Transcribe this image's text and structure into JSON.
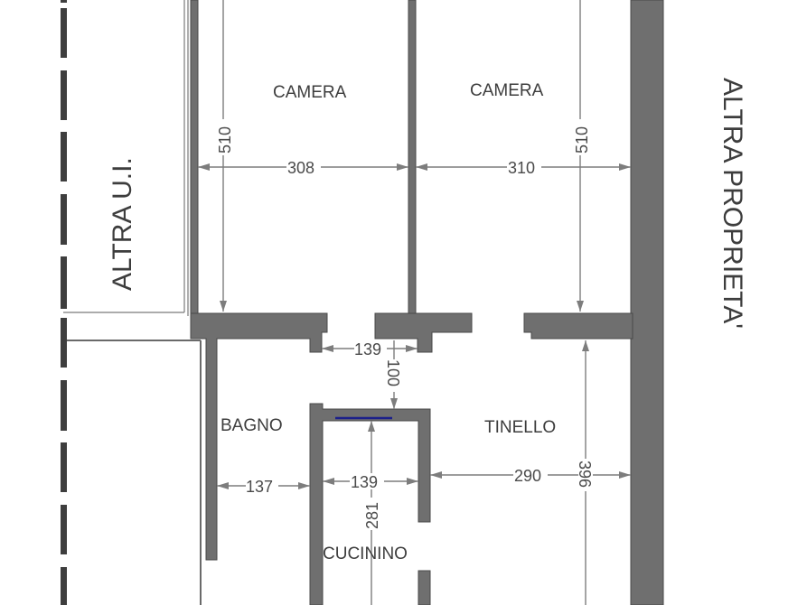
{
  "plan": {
    "rooms": [
      {
        "id": "camera-left",
        "label": "CAMERA"
      },
      {
        "id": "camera-right",
        "label": "CAMERA"
      },
      {
        "id": "bagno",
        "label": "BAGNO"
      },
      {
        "id": "tinello",
        "label": "TINELLO"
      },
      {
        "id": "cucinino",
        "label": "CUCININO"
      }
    ],
    "neighbors": {
      "left": "ALTRA U.I.",
      "right": "ALTRA PROPRIETA'"
    },
    "dimensions": {
      "camera_left_width": "308",
      "camera_right_width": "310",
      "camera_left_depth": "510",
      "camera_right_depth": "510",
      "corridor_width": "139",
      "corridor_depth": "100",
      "bagno_width": "137",
      "cucinino_width": "139",
      "cucinino_depth": "281",
      "tinello_width": "290",
      "tinello_depth": "396"
    },
    "colors": {
      "wall": "#6f6f6f",
      "wall_outline": "#4a4a4a",
      "dimension_line": "#7d7d7d",
      "label": "#3d3d3d",
      "window": "#1b1f8a"
    }
  }
}
